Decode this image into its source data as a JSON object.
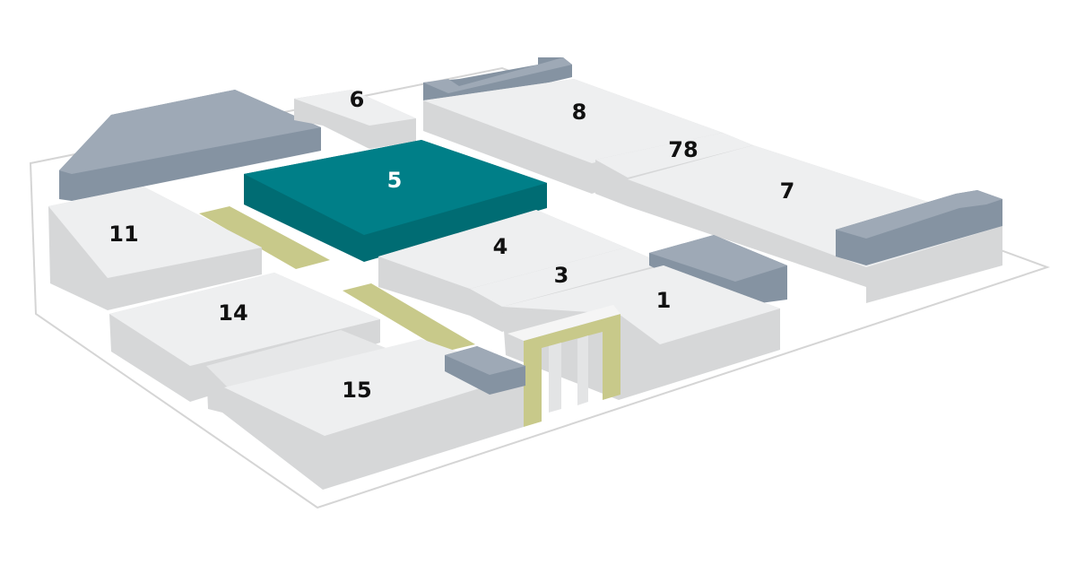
{
  "map": {
    "halls": [
      {
        "id": "1",
        "label": "1",
        "selected": false
      },
      {
        "id": "3",
        "label": "3",
        "selected": false
      },
      {
        "id": "4",
        "label": "4",
        "selected": false
      },
      {
        "id": "5",
        "label": "5",
        "selected": true
      },
      {
        "id": "6",
        "label": "6",
        "selected": false
      },
      {
        "id": "7",
        "label": "7",
        "selected": false
      },
      {
        "id": "8",
        "label": "8",
        "selected": false
      },
      {
        "id": "78",
        "label": "78",
        "selected": false
      },
      {
        "id": "11",
        "label": "11",
        "selected": false
      },
      {
        "id": "14",
        "label": "14",
        "selected": false
      },
      {
        "id": "15",
        "label": "15",
        "selected": false
      }
    ]
  },
  "colors": {
    "hall_top": "#eeeff0",
    "hall_side": "#d6d7d8",
    "hall_side_dark": "#c9cacb",
    "selected_top": "#007f88",
    "selected_side": "#006c73",
    "service_top": "#9ea9b6",
    "service_side": "#8593a2",
    "green_area": "#c8c98a",
    "outline": "#d5d5d5",
    "background": "#ffffff"
  }
}
